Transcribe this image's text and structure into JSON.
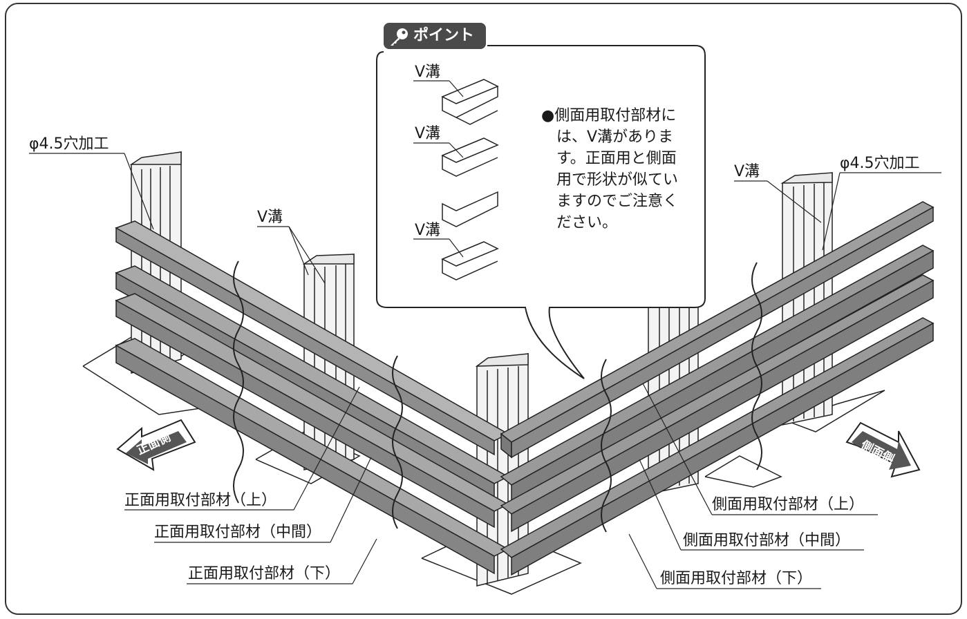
{
  "point": {
    "badge": "ポイント",
    "bullet": "●",
    "lines": [
      "側面用取付部材に",
      "は、V溝がありま",
      "す。正面用と側面",
      "用で形状が似てい",
      "ますのでご注意く",
      "ださい。"
    ],
    "vgroove_labels": [
      "V溝",
      "V溝",
      "V溝"
    ]
  },
  "labels": {
    "hole_left": "φ4.5穴加工",
    "hole_right": "φ4.5穴加工",
    "vgroove_post": "V溝",
    "vgroove_right": "V溝",
    "front_upper": "正面用取付部材（上）",
    "front_middle": "正面用取付部材（中間）",
    "front_lower": "正面用取付部材（下）",
    "side_upper": "側面用取付部材（上）",
    "side_middle": "側面用取付部材（中間）",
    "side_lower": "側面用取付部材（下）"
  },
  "arrows": {
    "front": "正面側",
    "side": "側面側"
  },
  "colors": {
    "rail": "#9b9b9b",
    "rail_dark": "#6f6f6f",
    "post": "#f2f2f2",
    "line": "#222222",
    "badge": "#4a4a4a"
  }
}
